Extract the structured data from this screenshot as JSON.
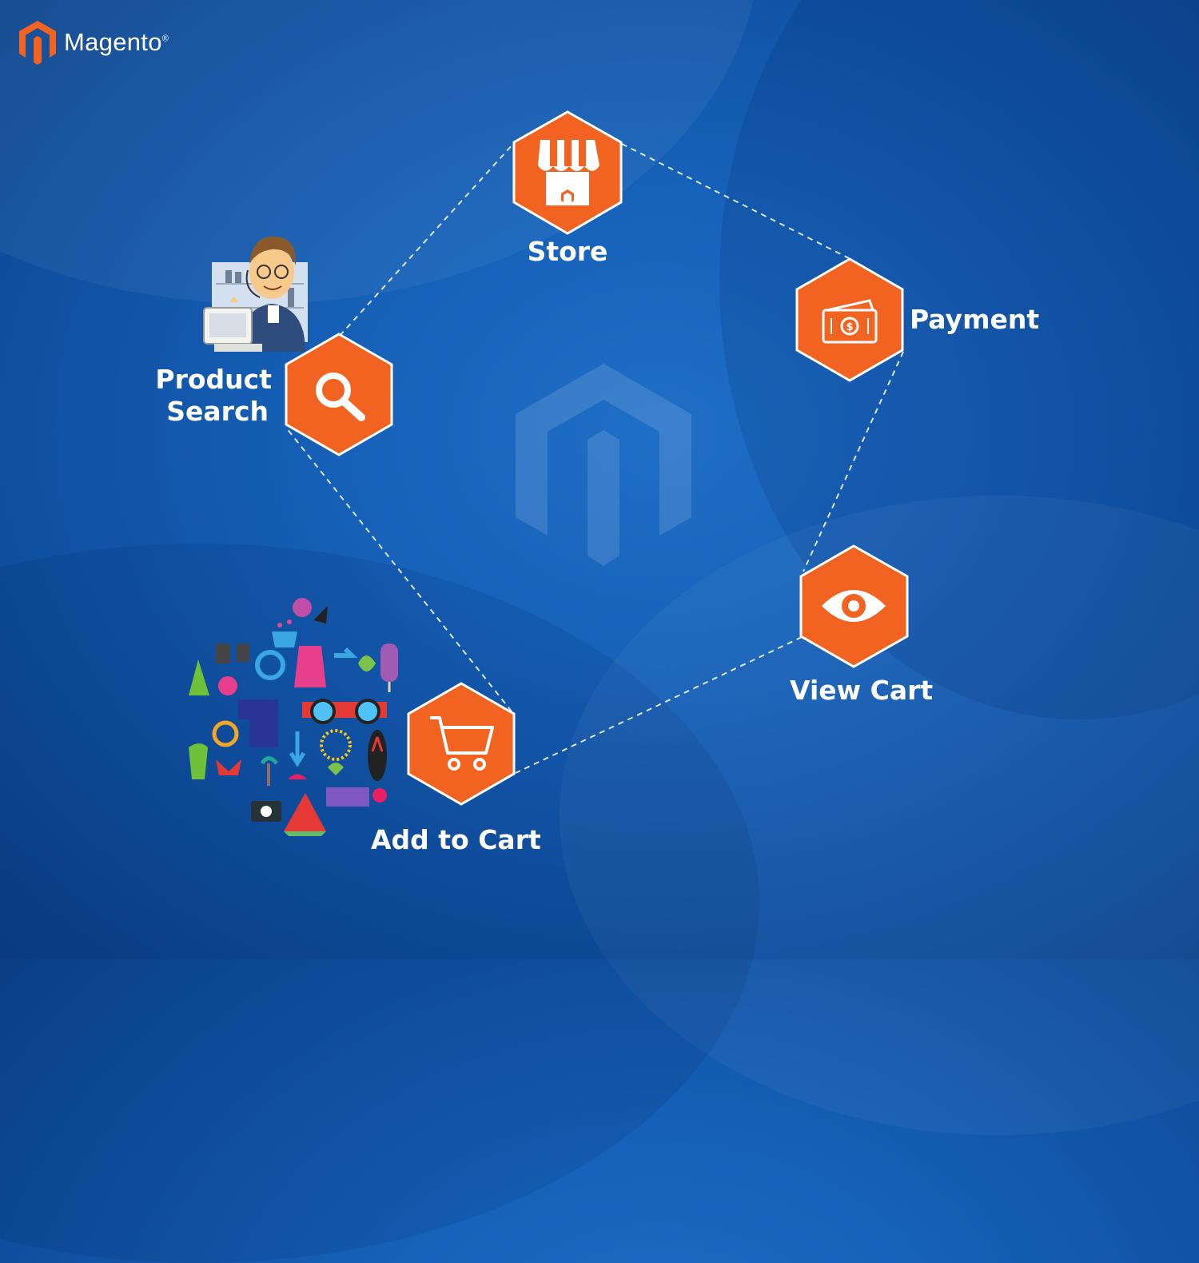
{
  "brand": {
    "name": "Magento",
    "mark": "®"
  },
  "colors": {
    "accent": "#f26322",
    "background": "#1660b8",
    "line": "#ffffff"
  },
  "steps": [
    {
      "label": "Store",
      "icon": "store-icon"
    },
    {
      "label": "Payment",
      "icon": "payment-card-icon"
    },
    {
      "label": "View Cart",
      "icon": "eye-icon"
    },
    {
      "label": "Add to Cart",
      "icon": "cart-icon"
    },
    {
      "label": "Product",
      "label2": "Search",
      "icon": "search-icon"
    }
  ]
}
